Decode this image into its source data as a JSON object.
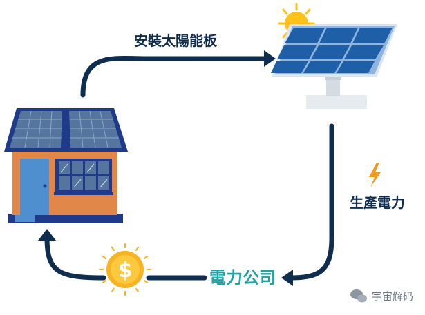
{
  "labels": {
    "install": "安裝太陽能板",
    "generate": "生產電力",
    "utility": "電力公司"
  },
  "watermark": {
    "text": "宇宙解码",
    "icon": "wechat-icon"
  },
  "colors": {
    "navy": "#0e2d4f",
    "teal": "#1fa3a3",
    "panel_blue": "#1f5fa8",
    "sun": "#ffc21a",
    "bolt": "#f29b1a",
    "wall": "#e2874a",
    "door": "#4f8fd0",
    "coin": "#f7b322"
  },
  "icons": [
    "solar-panel-icon",
    "sun-icon",
    "house-icon",
    "lightning-icon",
    "dollar-coin-icon"
  ]
}
